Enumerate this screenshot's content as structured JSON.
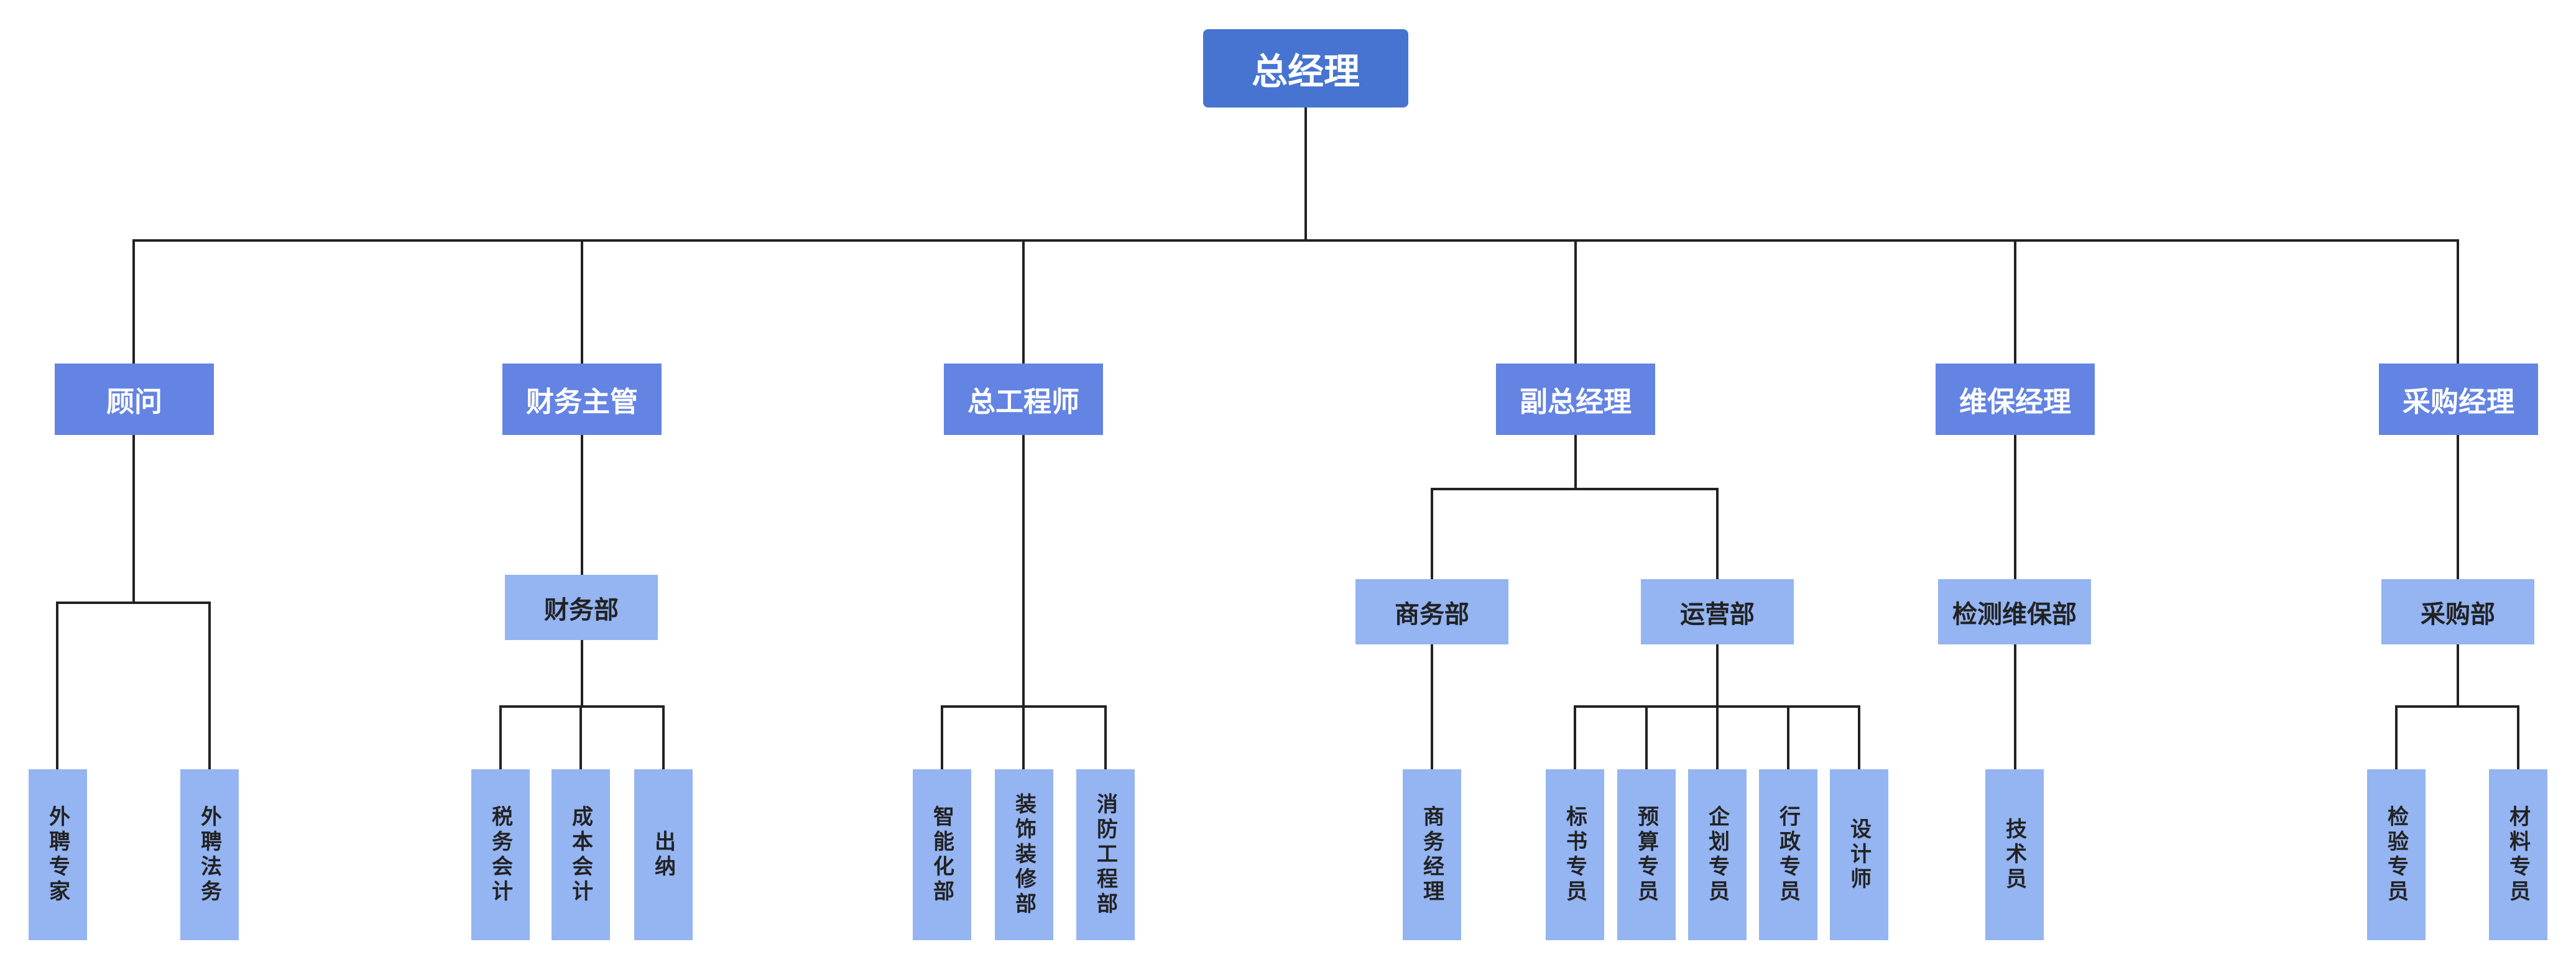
{
  "colors": {
    "root": "#4674D0",
    "level1": "#6484E3",
    "level2": "#94B4F2",
    "leaf": "#94B4F2",
    "line": "#222222"
  },
  "org": {
    "root": "总经理",
    "departments": [
      {
        "head": "顾问",
        "units": [],
        "staff": [
          "外聘专家",
          "外聘法务"
        ]
      },
      {
        "head": "财务主管",
        "units": [
          {
            "name": "财务部",
            "staff": [
              "税务会计",
              "成本会计",
              "出纳"
            ]
          }
        ]
      },
      {
        "head": "总工程师",
        "units": [],
        "staff": [
          "智能化部",
          "装饰装修部",
          "消防工程部"
        ]
      },
      {
        "head": "副总经理",
        "units": [
          {
            "name": "商务部",
            "staff": [
              "商务经理"
            ]
          },
          {
            "name": "运营部",
            "staff": [
              "标书专员",
              "预算专员",
              "企划专员",
              "行政专员",
              "设计师"
            ]
          }
        ]
      },
      {
        "head": "维保经理",
        "units": [
          {
            "name": "检测维保部",
            "staff": [
              "技术员"
            ]
          }
        ]
      },
      {
        "head": "采购经理",
        "units": [
          {
            "name": "采购部",
            "staff": [
              "检验专员",
              "材料专员"
            ]
          }
        ]
      }
    ]
  }
}
